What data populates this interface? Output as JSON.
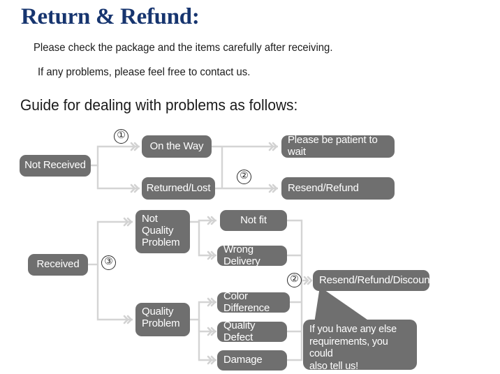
{
  "header": {
    "title": "Return & Refund:",
    "intro_line_1": "Please check the package and the items carefully after receiving.",
    "intro_line_2": "If any problems, please feel free to contact us.",
    "guide_heading": "Guide for dealing with problems as follows:"
  },
  "colors": {
    "title": "#17356f",
    "node_fill": "#6f6f6f",
    "node_text": "#ffffff",
    "connector": "#d4d4d4",
    "background": "#ffffff",
    "body_text": "#1a1a1a"
  },
  "flow": {
    "nodes": [
      {
        "id": "not-received",
        "label": "Not Received"
      },
      {
        "id": "on-the-way",
        "label": "On the Way"
      },
      {
        "id": "returned-lost",
        "label": "Returned/Lost"
      },
      {
        "id": "please-be-patient",
        "label": "Please be patient to wait"
      },
      {
        "id": "resend-refund",
        "label": "Resend/Refund"
      },
      {
        "id": "received",
        "label": "Received"
      },
      {
        "id": "not-quality-problem",
        "label": "Not\nQuality\nProblem"
      },
      {
        "id": "quality-problem",
        "label": "Quality\nProblem"
      },
      {
        "id": "not-fit",
        "label": "Not fit"
      },
      {
        "id": "wrong-delivery",
        "label": "Wrong Delivery"
      },
      {
        "id": "color-difference",
        "label": "Color Difference"
      },
      {
        "id": "quality-defect",
        "label": "Quality Defect"
      },
      {
        "id": "damage",
        "label": "Damage"
      },
      {
        "id": "resend-refund-discount",
        "label": "Resend/Refund/Discount"
      }
    ],
    "steps": [
      {
        "id": "step-1-top",
        "label": "①"
      },
      {
        "id": "step-2-top",
        "label": "②"
      },
      {
        "id": "step-3-bottom",
        "label": "③"
      },
      {
        "id": "step-2-bottom",
        "label": "②"
      }
    ],
    "callout": {
      "line_1": "If you have any else",
      "line_2": "requirements, you could",
      "line_3": "also tell us!"
    }
  }
}
